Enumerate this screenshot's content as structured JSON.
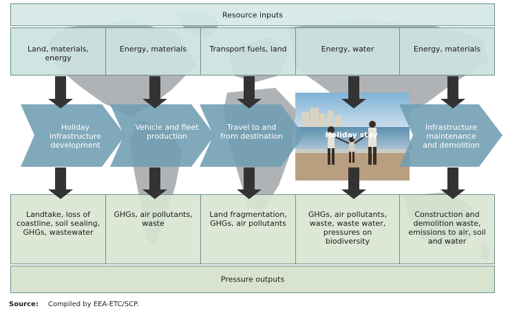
{
  "diagram": {
    "top_band": "Resource inputs",
    "bottom_band": "Pressure outputs",
    "inputs": [
      "Land, materials, energy",
      "Energy, materials",
      "Transport fuels, land",
      "Energy, water",
      "Energy, materials"
    ],
    "stages": [
      "Holiday infrastructure development",
      "Vehicle and fleet production",
      "Travel to and from destination",
      "Holiday stay",
      "Infrastructure maintenance and demolition"
    ],
    "outputs": [
      "Landtake, loss of coastline, soil sealing, GHGs, wastewater",
      "GHGs, air pollutants, waste",
      "Land fragmentation, GHGs, air pollutants",
      "GHGs, air pollutants, waste, waste water, pressures on biodiversity",
      "Construction and demolition waste, emissions to air, soil and water"
    ]
  },
  "source": {
    "label": "Source:",
    "text": "Compiled by EEA-ETC/SCP."
  },
  "colors": {
    "chevron": "#6f9db3",
    "arrow": "#333333",
    "input_fill": "#cce2df",
    "output_fill": "#d8e5d0"
  },
  "icons": [
    "world-map-background",
    "beach-family-photo",
    "down-arrow-icon",
    "chevron-arrow-icon"
  ]
}
